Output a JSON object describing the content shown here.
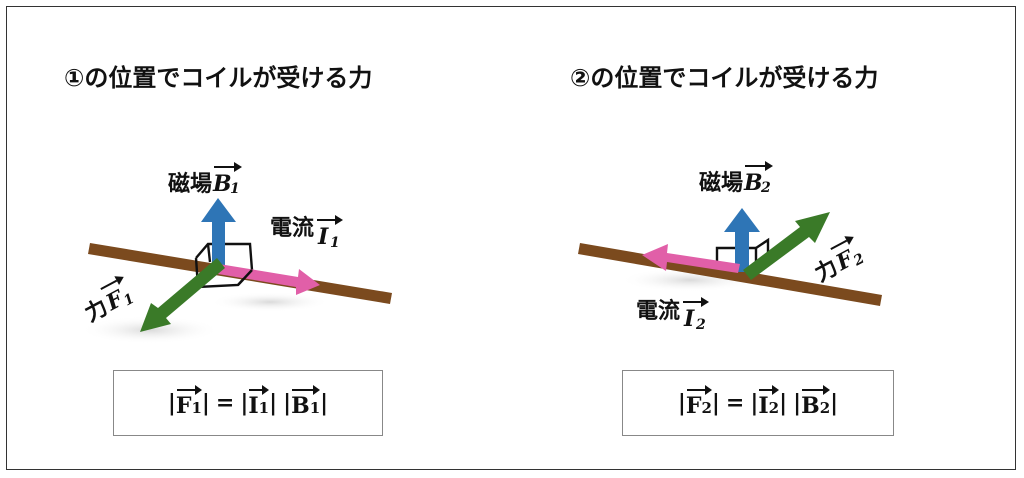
{
  "panel1": {
    "title": "①の位置でコイルが受ける力",
    "magnetic_label": "磁場",
    "current_label": "電流",
    "force_label": "力",
    "sym_B": "B",
    "sym_I": "I",
    "sym_F": "F",
    "index": "1",
    "formula": {
      "bar_l": "|",
      "bar_r": "|",
      "eq": "=",
      "f": "F",
      "i": "I",
      "b": "B",
      "idx": "1"
    }
  },
  "panel2": {
    "title": "②の位置でコイルが受ける力",
    "magnetic_label": "磁場",
    "current_label": "電流",
    "force_label": "力",
    "sym_B": "B",
    "sym_I": "I",
    "sym_F": "F",
    "index": "2",
    "formula": {
      "bar_l": "|",
      "bar_r": "|",
      "eq": "=",
      "f": "F",
      "i": "I",
      "b": "B",
      "idx": "2"
    }
  },
  "colors": {
    "wire": "#7B4A1E",
    "magnetic": "#2E75B6",
    "current": "#E15FA8",
    "force": "#3A7A28",
    "border": "#333333"
  }
}
